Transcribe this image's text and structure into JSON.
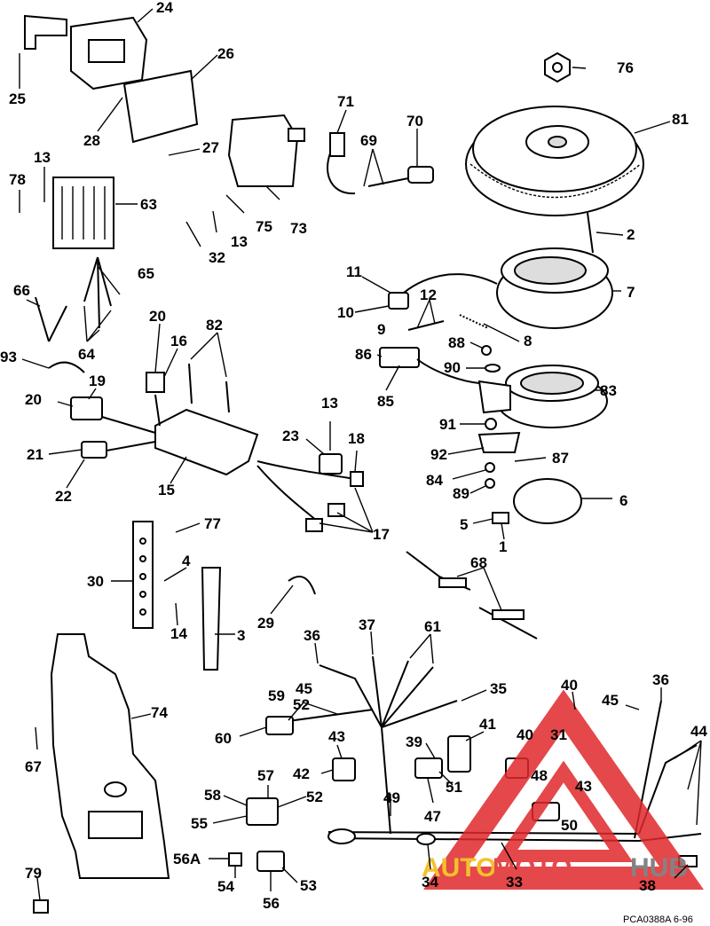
{
  "figure_code": "PCA0388A  6-96",
  "watermark": {
    "word1": "AUTO",
    "word2": "MOTO",
    "word3": "HUB",
    "color_red": "#e0292b",
    "color_yellow": "#f2b705",
    "color_gray": "#6d6e71"
  },
  "callouts": {
    "c1": "1",
    "c2": "2",
    "c3": "3",
    "c4": "4",
    "c5": "5",
    "c6": "6",
    "c7": "7",
    "c8": "8",
    "c9": "9",
    "c10": "10",
    "c11": "11",
    "c12": "12",
    "c13a": "13",
    "c13b": "13",
    "c13c": "13",
    "c14": "14",
    "c15": "15",
    "c16": "16",
    "c17": "17",
    "c18": "18",
    "c19": "19",
    "c20a": "20",
    "c20b": "20",
    "c21": "21",
    "c22": "22",
    "c23": "23",
    "c24": "24",
    "c25": "25",
    "c26": "26",
    "c27": "27",
    "c28": "28",
    "c29": "29",
    "c30": "30",
    "c31": "31",
    "c32": "32",
    "c33": "33",
    "c34": "34",
    "c35": "35",
    "c36a": "36",
    "c36b": "36",
    "c37": "37",
    "c38": "38",
    "c39": "39",
    "c40a": "40",
    "c40b": "40",
    "c41": "41",
    "c42": "42",
    "c43a": "43",
    "c43b": "43",
    "c44": "44",
    "c45a": "45",
    "c45b": "45",
    "c47": "47",
    "c48": "48",
    "c49": "49",
    "c50": "50",
    "c51": "51",
    "c52a": "52",
    "c52b": "52",
    "c53": "53",
    "c54": "54",
    "c55": "55",
    "c56": "56",
    "c56a": "56A",
    "c57": "57",
    "c58": "58",
    "c59": "59",
    "c60": "60",
    "c61": "61",
    "c63": "63",
    "c64": "64",
    "c65": "65",
    "c66": "66",
    "c67": "67",
    "c68": "68",
    "c69": "69",
    "c70": "70",
    "c71": "71",
    "c73": "73",
    "c74": "74",
    "c75": "75",
    "c76": "76",
    "c77": "77",
    "c78": "78",
    "c79": "79",
    "c81": "81",
    "c82": "82",
    "c83": "83",
    "c84": "84",
    "c85": "85",
    "c86": "86",
    "c87": "87",
    "c88": "88",
    "c89": "89",
    "c90": "90",
    "c91": "91",
    "c92": "92",
    "c93": "93"
  }
}
